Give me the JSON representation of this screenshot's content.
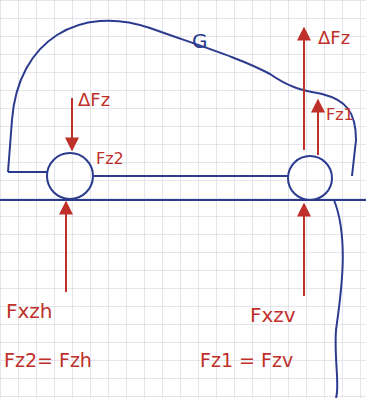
{
  "diagram": {
    "labels": [
      "G",
      "ΔFz",
      "Fz2",
      "ΔFz",
      "Fz1",
      "Fxzh",
      "Fxzv",
      "Fz2= Fzh",
      "Fz1 = Fzv"
    ]
  }
}
